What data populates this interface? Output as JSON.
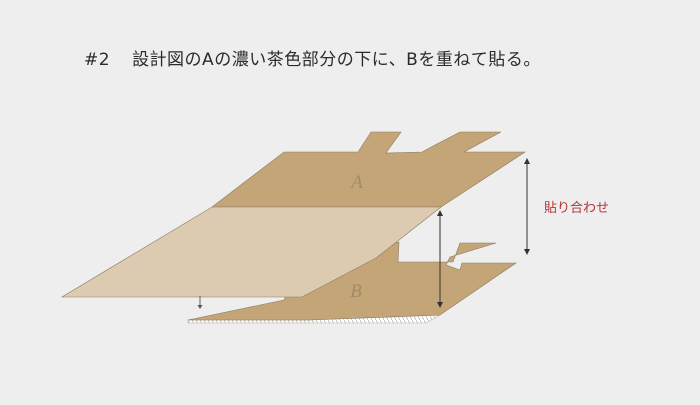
{
  "header": {
    "step_number": "#2",
    "instruction": "設計図のAの濃い茶色部分の下に、Bを重ねて貼る。"
  },
  "diagram": {
    "label_a": "A",
    "label_b": "B",
    "annotation": "貼り合わせ"
  },
  "colors": {
    "background": "#eeeeee",
    "cardboard_dark": "#c3a578",
    "cardboard_light": "#dccbb1",
    "outline": "#8c7a63",
    "arrow": "#333333",
    "annotation_text": "#b33434",
    "stripe": "#b9b3aa"
  }
}
